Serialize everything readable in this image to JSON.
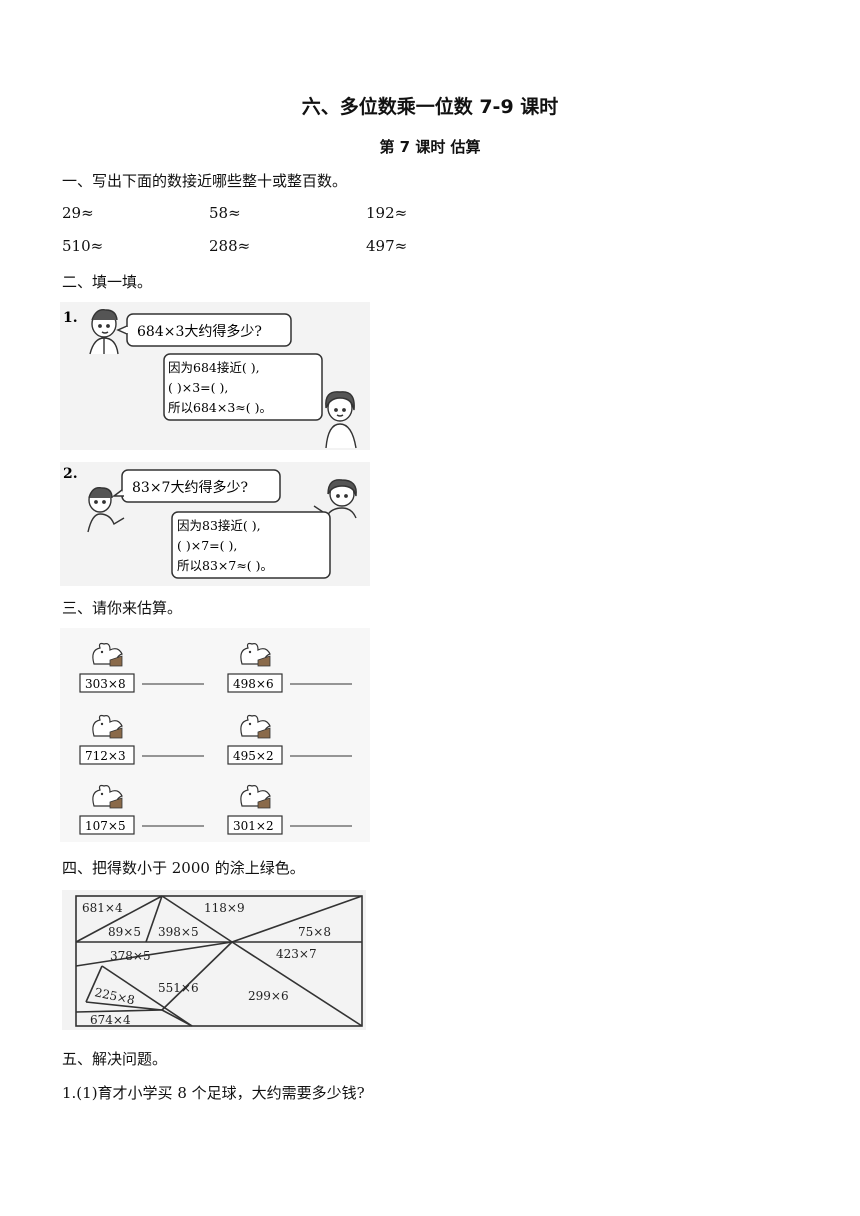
{
  "title": "六、多位数乘一位数 7-9 课时",
  "subtitle": "第 7 课时  估算",
  "section1": {
    "heading": "一、写出下面的数接近哪些整十或整百数。",
    "items": [
      "29≈",
      "58≈",
      "192≈",
      "510≈",
      "288≈",
      "497≈"
    ]
  },
  "section2": {
    "heading": "二、填一填。",
    "q1": {
      "number": "1.",
      "question": "684×3大约得多少?",
      "line1": "因为684接近(      ),",
      "line2": "(      )×3=(      ),",
      "line3": "所以684×3≈(      )。"
    },
    "q2": {
      "number": "2.",
      "question": "83×7大约得多少?",
      "line1": "因为83接近(      ),",
      "line2": "(      )×7=(      ),",
      "line3": "所以83×7≈(      )。"
    }
  },
  "section3": {
    "heading": "三、请你来估算。",
    "exprs": [
      "303×8",
      "498×6",
      "712×3",
      "495×2",
      "107×5",
      "301×2"
    ]
  },
  "section4": {
    "heading": "四、把得数小于 2000 的涂上绿色。",
    "cells": [
      "681×4",
      "118×9",
      "89×5",
      "398×5",
      "75×8",
      "378×5",
      "423×7",
      "225×8",
      "551×6",
      "299×6",
      "674×4"
    ]
  },
  "section5": {
    "heading": "五、解决问题。",
    "q1": "1.(1)育才小学买 8 个足球，大约需要多少钱?"
  }
}
